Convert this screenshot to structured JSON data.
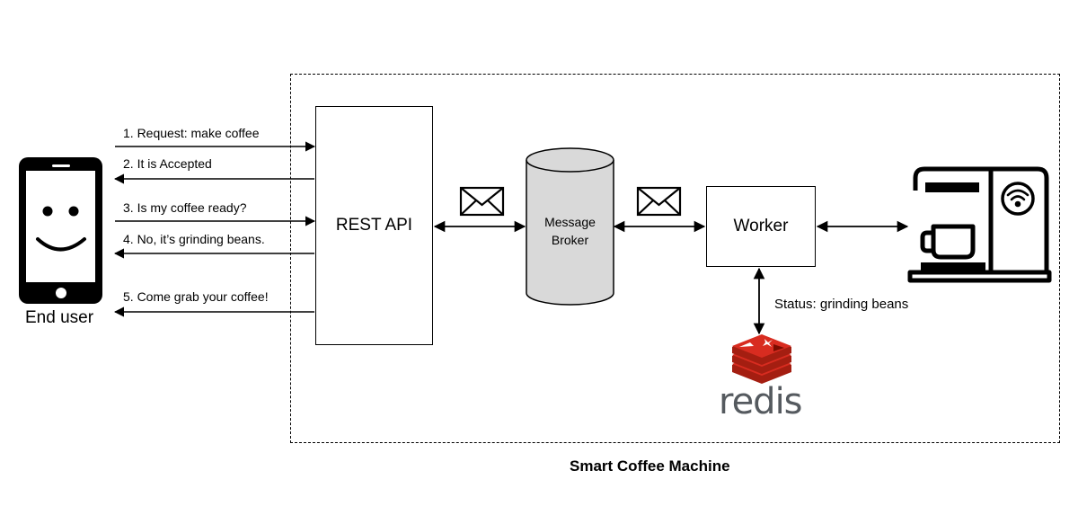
{
  "diagram": {
    "end_user_label": "End user",
    "rest_api_label": "REST API",
    "broker_label_line1": "Message",
    "broker_label_line2": "Broker",
    "worker_label": "Worker",
    "container_label": "Smart Coffee Machine",
    "status_label": "Status: grinding beans",
    "redis_label": "redis",
    "messages": [
      {
        "text": "1. Request: make coffee",
        "direction": "to-api"
      },
      {
        "text": "2. It is Accepted",
        "direction": "to-user"
      },
      {
        "text": "3. Is my coffee ready?",
        "direction": "to-api"
      },
      {
        "text": "4. No, it’s grinding beans.",
        "direction": "to-user"
      },
      {
        "text": "5. Come grab your coffee!",
        "direction": "to-user"
      }
    ],
    "icons": [
      "smartphone-smiley-icon",
      "envelope-icon",
      "envelope-icon",
      "coffee-machine-wifi-icon",
      "redis-logo-icon"
    ],
    "colors": {
      "broker_fill": "#d9d9d9",
      "redis_red": "#d82c20",
      "redis_text": "#555a5f"
    }
  }
}
